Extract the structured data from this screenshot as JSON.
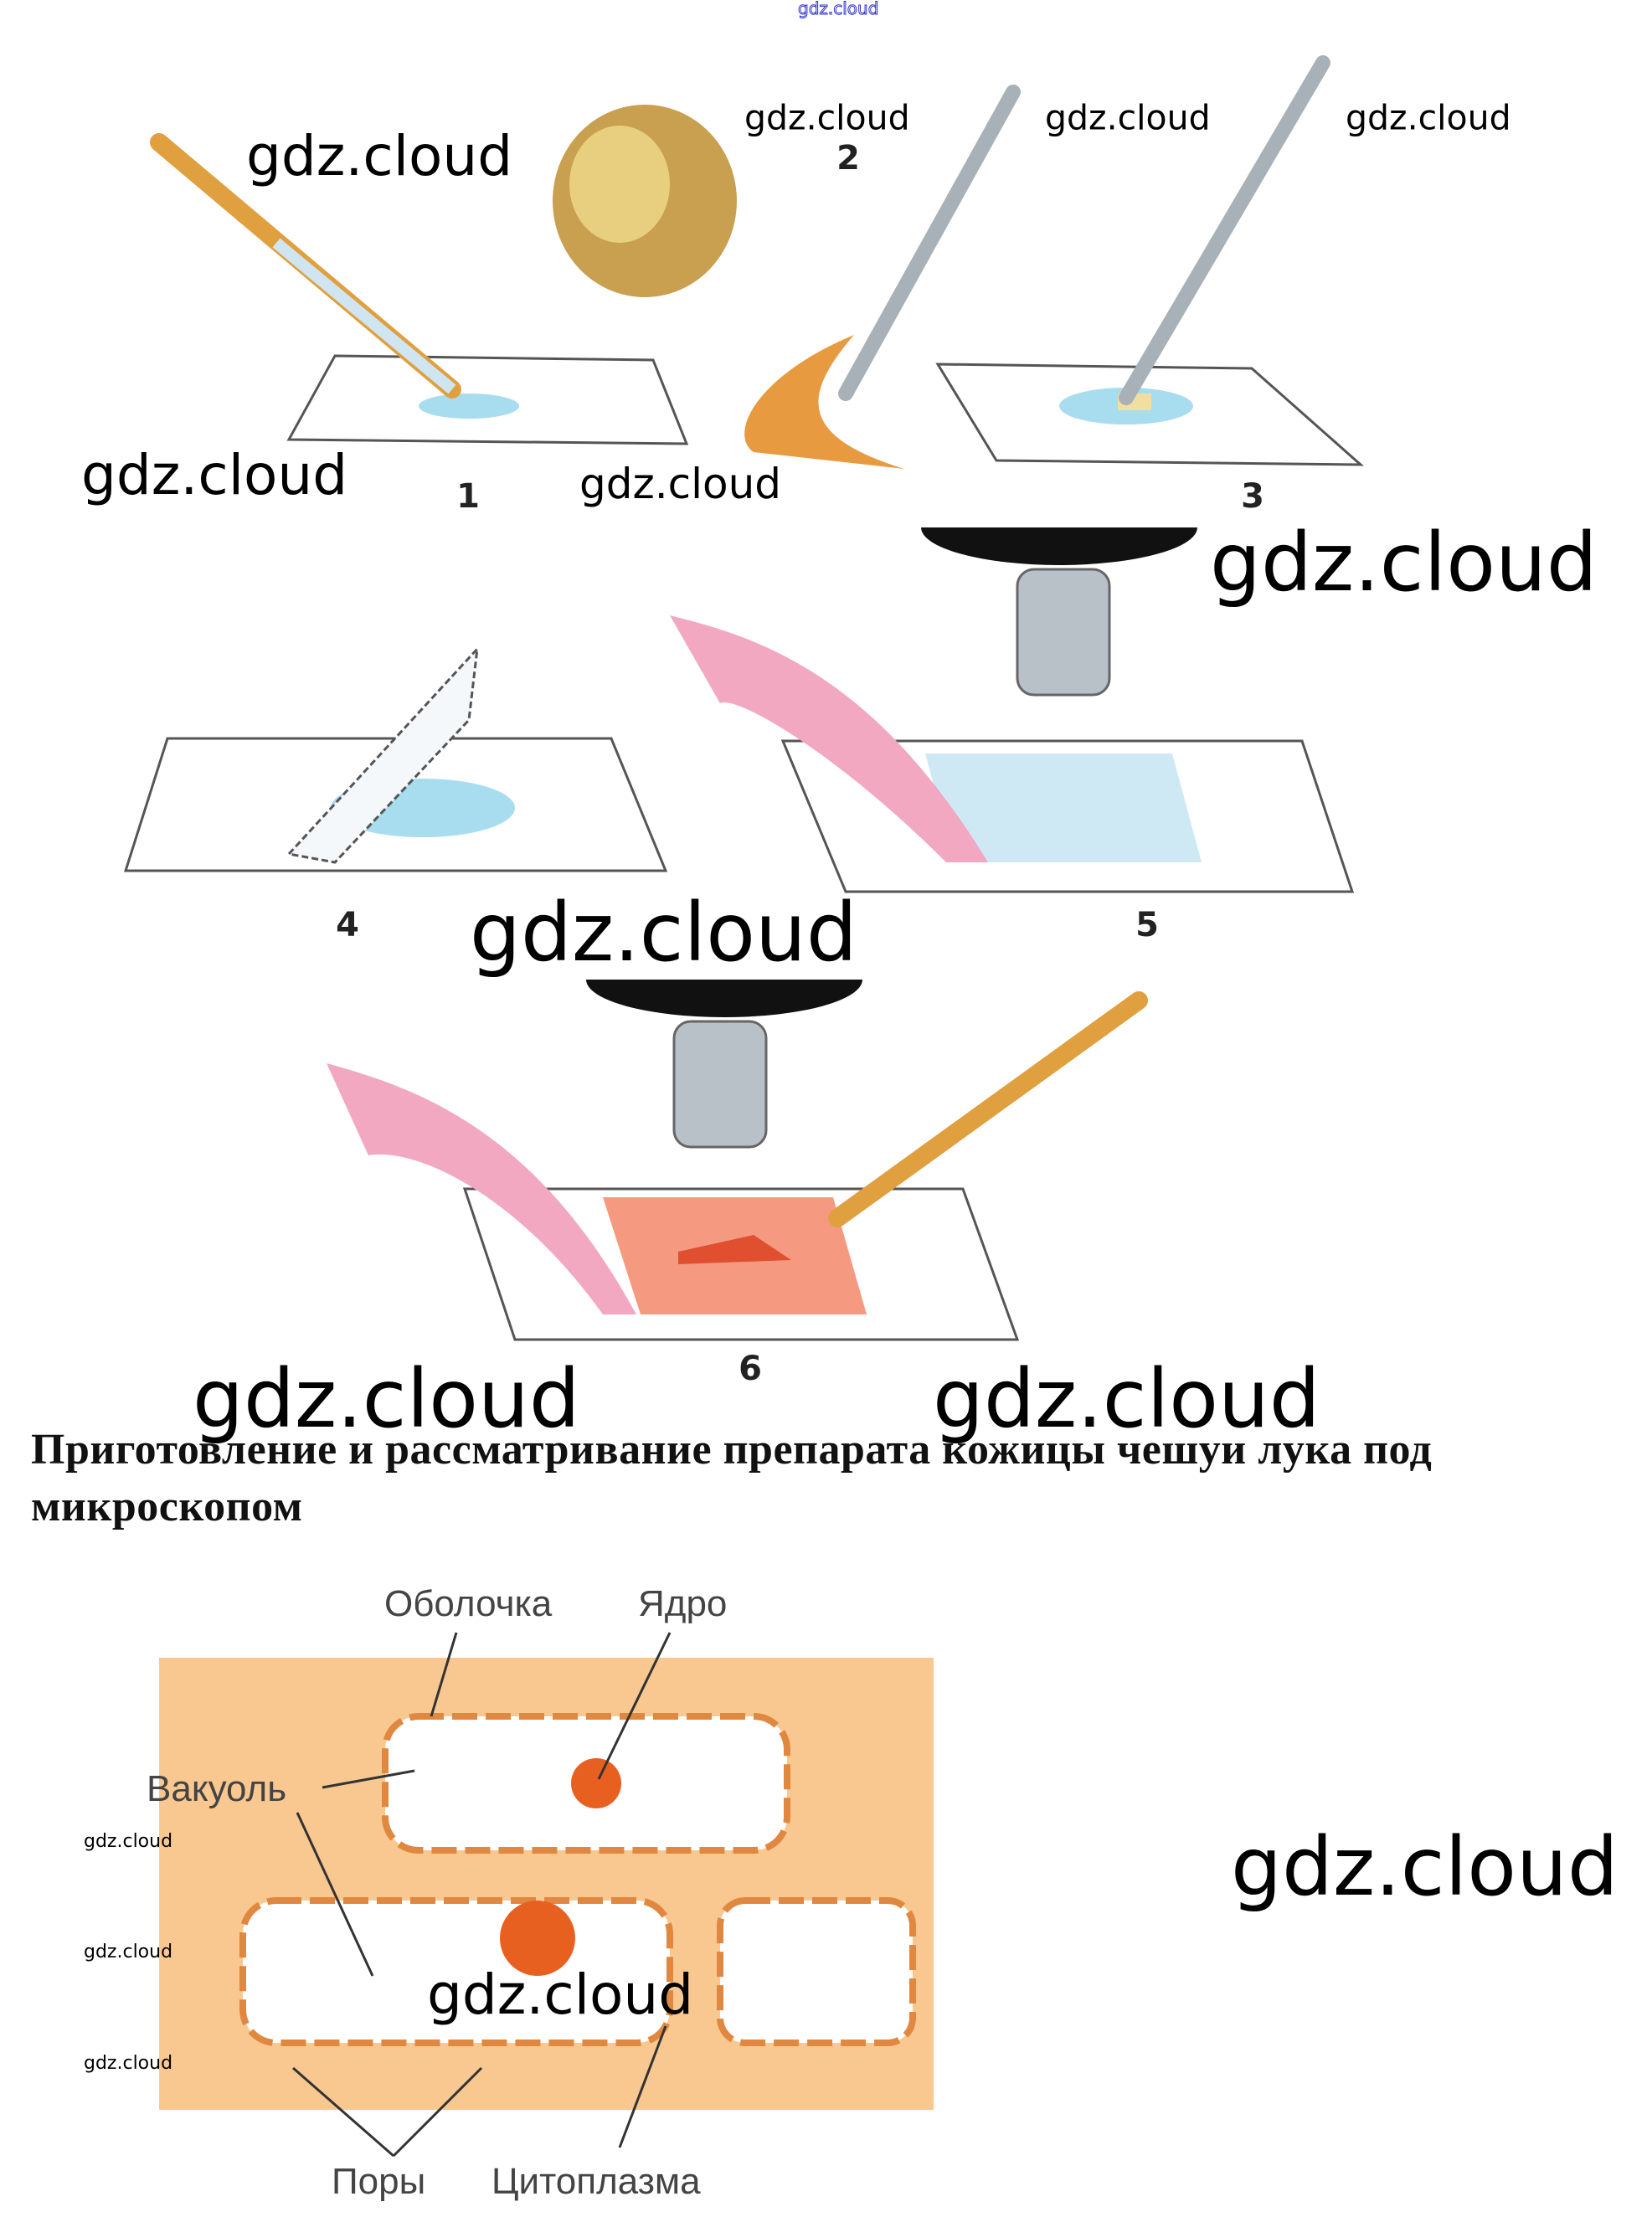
{
  "top_watermark": "gdz.cloud",
  "watermarks": [
    "gdz.cloud",
    "gdz.cloud",
    "gdz.cloud",
    "gdz.cloud",
    "gdz.cloud",
    "gdz.cloud",
    "gdz.cloud",
    "gdz.cloud",
    "gdz.cloud",
    "gdz.cloud",
    "gdz.cloud",
    "gdz.cloud",
    "gdz.cloud",
    "gdz.cloud",
    "gdz.cloud"
  ],
  "steps": [
    "1",
    "2",
    "3",
    "4",
    "5",
    "6"
  ],
  "caption": {
    "line1": "Приготовление и рассматривание препарата кожицы чешуи лука под",
    "line2": "микроскопом"
  },
  "cell_diagram": {
    "labels": {
      "membrane": "Оболочка",
      "nucleus": "Ядро",
      "vacuole": "Вакуоль",
      "pores": "Поры",
      "cytoplasm": "Цитоплазма"
    }
  }
}
